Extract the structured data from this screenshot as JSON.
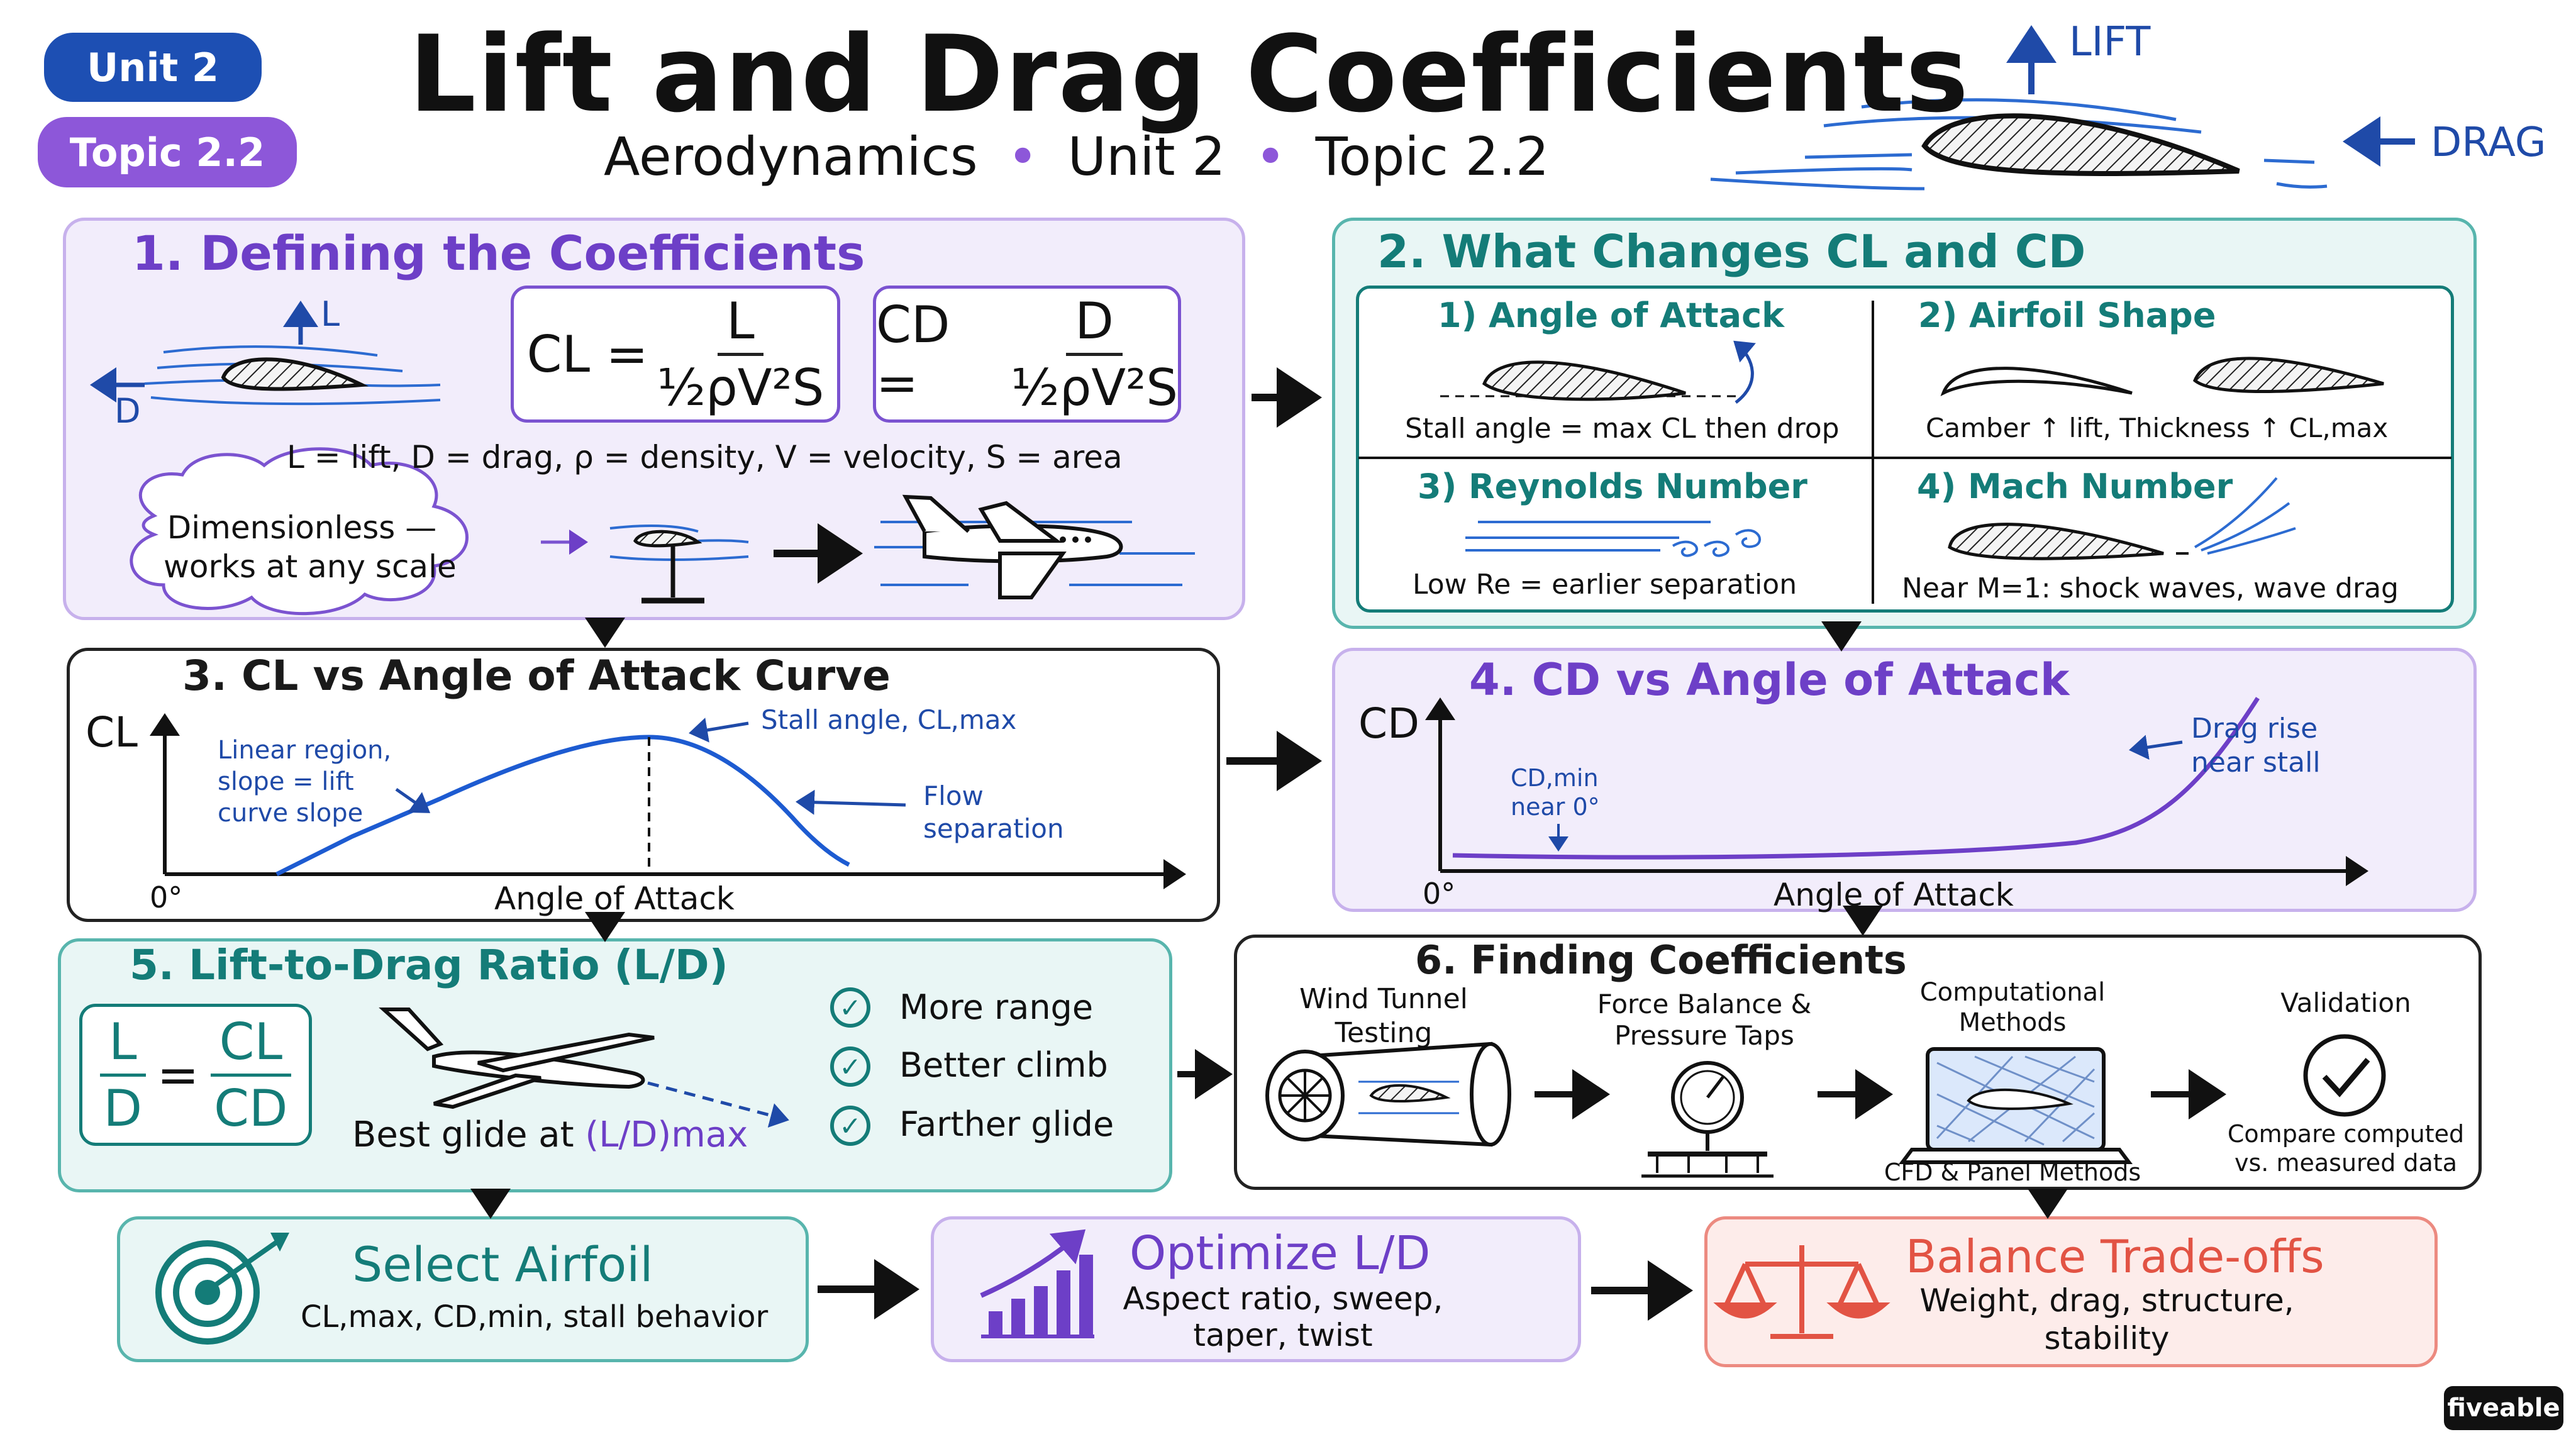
{
  "header": {
    "title": "Lift and Drag Coefficients",
    "subtitle_course": "Aerodynamics",
    "subtitle_unit": "Unit 2",
    "subtitle_topic": "Topic 2.2",
    "sep": "•",
    "badge_unit": "Unit 2",
    "badge_topic": "Topic 2.2",
    "lift_label": "LIFT",
    "drag_label": "DRAG"
  },
  "p1": {
    "title": "1. Defining the Coefficients",
    "l_label": "L",
    "d_label": "D",
    "cl_lhs": "CL =",
    "cl_num": "L",
    "cl_den": "½ρV²S",
    "cd_lhs": "CD =",
    "cd_num": "D",
    "cd_den": "½ρV²S",
    "legend": "L = lift,  D = drag,  ρ = density,  V = velocity,  S = area",
    "cloud_line1": "Dimensionless —",
    "cloud_line2": "works at any scale"
  },
  "p2": {
    "title": "2. What Changes CL and CD",
    "q1_title": "1) Angle of Attack",
    "q1_note": "Stall angle = max CL then drop",
    "q2_title": "2) Airfoil Shape",
    "q2_note": "Camber ↑ lift, Thickness ↑ CL,max",
    "q3_title": "3) Reynolds Number",
    "q3_note": "Low Re = earlier separation",
    "q4_title": "4) Mach Number",
    "q4_note": "Near M=1: shock waves, wave drag"
  },
  "p3": {
    "title": "3. CL vs Angle of Attack Curve",
    "y_axis": "CL",
    "x_axis": "Angle of Attack",
    "origin": "0°",
    "ann_linear_1": "Linear region,",
    "ann_linear_2": "slope = lift",
    "ann_linear_3": "curve slope",
    "ann_stall": "Stall angle, CL,max",
    "ann_flow_1": "Flow",
    "ann_flow_2": "separation"
  },
  "p4": {
    "title": "4. CD vs Angle of Attack",
    "y_axis": "CD",
    "x_axis": "Angle of Attack",
    "origin": "0°",
    "ann_min_1": "CD,min",
    "ann_min_2": "near 0°",
    "ann_rise_1": "Drag rise",
    "ann_rise_2": "near stall"
  },
  "p5": {
    "title": "5. Lift-to-Drag Ratio (L/D)",
    "frac_l": "L",
    "frac_d": "D",
    "frac_cl": "CL",
    "frac_cd": "CD",
    "eq": "=",
    "glide_prefix": "Best glide at",
    "glide_value": "(L/D)max",
    "benefits": [
      "More range",
      "Better climb",
      "Farther glide"
    ]
  },
  "p6": {
    "title": "6. Finding Coefficients",
    "s1_1": "Wind Tunnel",
    "s1_2": "Testing",
    "s2_1": "Force Balance &",
    "s2_2": "Pressure Taps",
    "s3_1": "Computational",
    "s3_2": "Methods",
    "s3_3": "CFD & Panel Methods",
    "s4_1": "Validation",
    "s4_2": "Compare computed",
    "s4_3": "vs. measured data"
  },
  "bottom": {
    "b1_title": "Select Airfoil",
    "b1_sub": "CL,max, CD,min, stall behavior",
    "b2_title": "Optimize L/D",
    "b2_sub1": "Aspect ratio, sweep,",
    "b2_sub2": "taper, twist",
    "b3_title": "Balance Trade-offs",
    "b3_sub1": "Weight, drag, structure,",
    "b3_sub2": "stability"
  },
  "brand": "fiveable",
  "chart_data": [
    {
      "type": "line",
      "title": "3. CL vs Angle of Attack Curve",
      "xlabel": "Angle of Attack",
      "ylabel": "CL",
      "x_ticks": [
        "0°"
      ],
      "shape": "linear rise to stall angle (CL,max), then decline (flow separation)",
      "annotations": [
        "Linear region, slope = lift curve slope",
        "Stall angle, CL,max",
        "Flow separation"
      ]
    },
    {
      "type": "line",
      "title": "4. CD vs Angle of Attack",
      "xlabel": "Angle of Attack",
      "ylabel": "CD",
      "x_ticks": [
        "0°"
      ],
      "shape": "near-flat minimum near 0°, sharp rise near stall",
      "annotations": [
        "CD,min near 0°",
        "Drag rise near stall"
      ]
    }
  ]
}
